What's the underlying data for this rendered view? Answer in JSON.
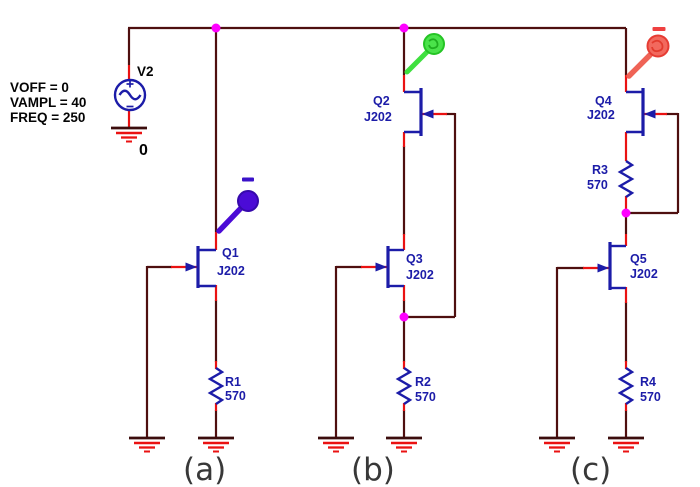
{
  "source": {
    "ref": "V2",
    "ground_label": "0",
    "params": {
      "voff": "VOFF = 0",
      "vampl": "VAMPL = 40",
      "freq": "FREQ = 250"
    }
  },
  "transistors": {
    "q1": {
      "ref": "Q1",
      "model": "J202"
    },
    "q2": {
      "ref": "Q2",
      "model": "J202"
    },
    "q3": {
      "ref": "Q3",
      "model": "J202"
    },
    "q4": {
      "ref": "Q4",
      "model": "J202"
    },
    "q5": {
      "ref": "Q5",
      "model": "J202"
    }
  },
  "resistors": {
    "r1": {
      "ref": "R1",
      "value": "570"
    },
    "r2": {
      "ref": "R2",
      "value": "570"
    },
    "r3": {
      "ref": "R3",
      "value": "570"
    },
    "r4": {
      "ref": "R4",
      "value": "570"
    }
  },
  "sections": {
    "a": "(a)",
    "b": "(b)",
    "c": "(c)"
  },
  "markers": {
    "purple": {
      "polarity": "-"
    },
    "green": {
      "polarity": ""
    },
    "red": {
      "polarity": "-"
    }
  },
  "colors": {
    "wire": "#4e0f0f",
    "pin_red": "#ea1212",
    "symbol_navy": "#1c1ca8",
    "junction_magenta": "#ff00ff",
    "probe_purple": "#4b0bd6",
    "probe_green": "#3fe03f",
    "probe_red": "#f2695e",
    "section_gray": "#383838"
  }
}
